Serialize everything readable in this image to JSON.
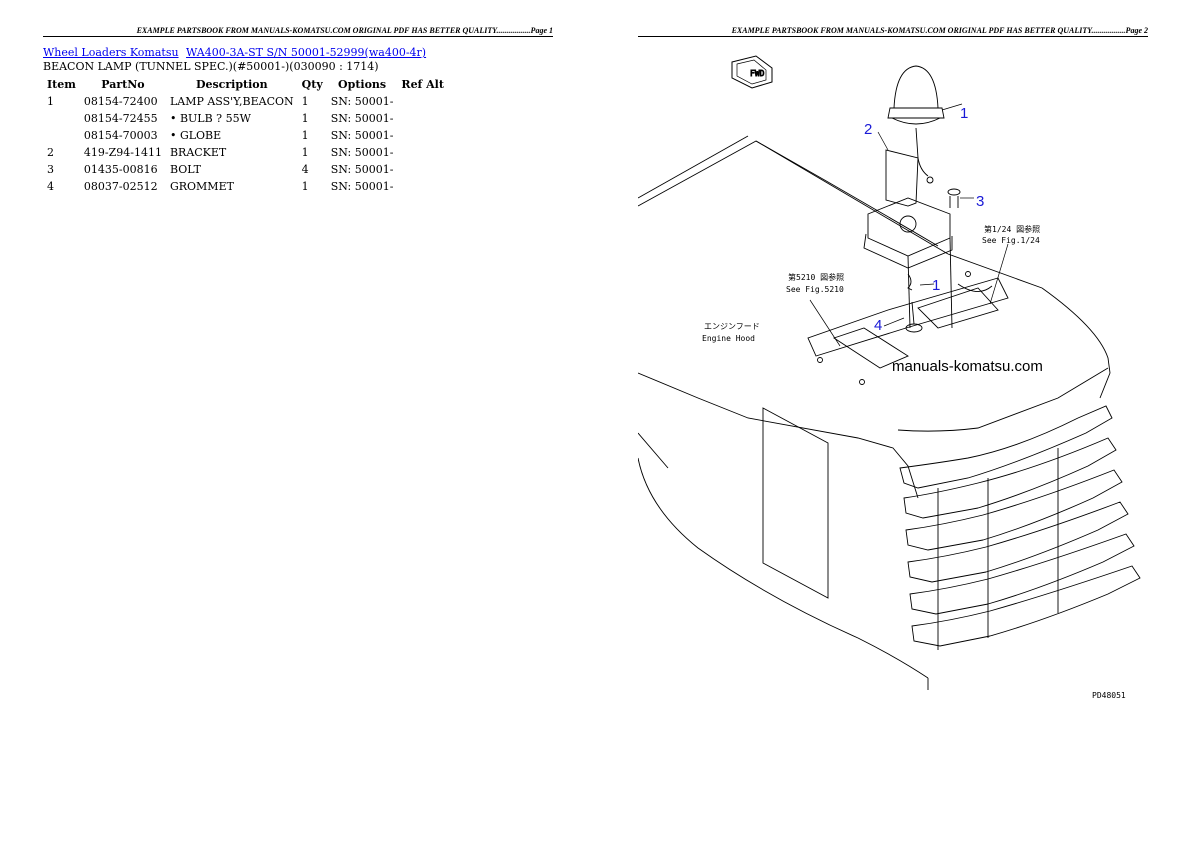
{
  "pages": {
    "left_header": "EXAMPLE PARTSBOOK FROM MANUALS-KOMATSU.COM ORIGINAL PDF HAS BETTER QUALITY.................Page 1",
    "right_header": "EXAMPLE PARTSBOOK FROM MANUALS-KOMATSU.COM ORIGINAL PDF HAS BETTER QUALITY.................Page 2"
  },
  "breadcrumb": {
    "link1": "Wheel Loaders Komatsu",
    "link2": "WA400-3A-ST S/N  50001-52999(wa400-4r)"
  },
  "subtitle": "BEACON LAMP (TUNNEL SPEC.)(#50001-)(030090 : 1714)",
  "table": {
    "headers": [
      "Item",
      "PartNo",
      "Description",
      "Qty",
      "Options",
      "Ref Alt"
    ],
    "rows": [
      {
        "item": "1",
        "part": "08154-72400",
        "desc": "LAMP ASS'Y,BEACON",
        "qty": "1",
        "opt": "SN: 50001-",
        "ref": ""
      },
      {
        "item": "",
        "part": "08154-72455",
        "desc": "• BULB ? 55W",
        "qty": "1",
        "opt": "SN: 50001-",
        "ref": ""
      },
      {
        "item": "",
        "part": "08154-70003",
        "desc": "• GLOBE",
        "qty": "1",
        "opt": "SN: 50001-",
        "ref": ""
      },
      {
        "item": "2",
        "part": "419-Z94-1411",
        "desc": "BRACKET",
        "qty": "1",
        "opt": "SN: 50001-",
        "ref": ""
      },
      {
        "item": "3",
        "part": "01435-00816",
        "desc": "BOLT",
        "qty": "4",
        "opt": "SN: 50001-",
        "ref": ""
      },
      {
        "item": "4",
        "part": "08037-02512",
        "desc": "GROMMET",
        "qty": "1",
        "opt": "SN: 50001-",
        "ref": ""
      }
    ]
  },
  "drawing": {
    "callouts": [
      "1",
      "2",
      "3",
      "1",
      "4"
    ],
    "ref_fig1_jp": "第1/24 図参照",
    "ref_fig1_en": "See Fig.1/24",
    "ref_fig2_jp": "第5210 図参照",
    "ref_fig2_en": "See Fig.5210",
    "hood_jp": "エンジンフード",
    "hood_en": "Engine Hood",
    "direction": "FWD",
    "watermark": "manuals-komatsu.com",
    "drawing_code": "PD48051",
    "colors": {
      "callout": "#1a1ad6",
      "link": "#0000ee"
    }
  }
}
